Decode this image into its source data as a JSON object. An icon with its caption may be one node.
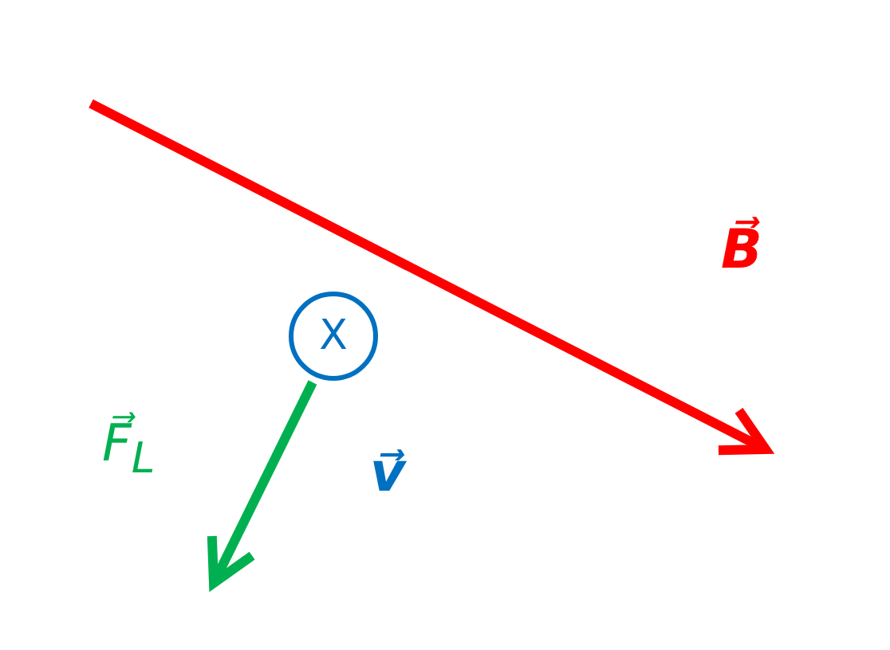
{
  "diagram": {
    "nodes": [
      {
        "text": [
          "X"
        ]
      }
    ],
    "labels": [
      "B⃗",
      "F⃗$_{L}$",
      "v⃗"
    ]
  }
}
